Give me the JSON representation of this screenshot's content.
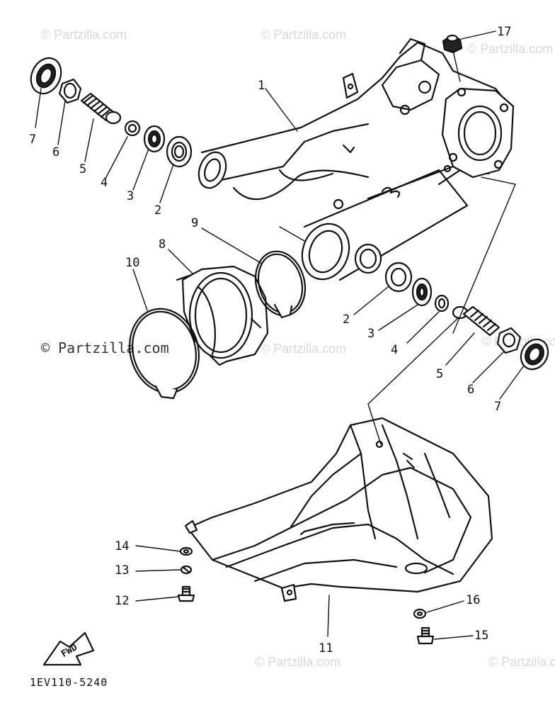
{
  "watermark": {
    "text": "© Partzilla.com"
  },
  "diagram": {
    "code": "1EV110-5240",
    "fwd_label": "FWD",
    "callouts": {
      "c1": "1",
      "c2_top": "2",
      "c3_top": "3",
      "c4_top": "4",
      "c5_top": "5",
      "c6_top": "6",
      "c7_top": "7",
      "c2_mid": "2",
      "c3_mid": "3",
      "c4_mid": "4",
      "c5_mid": "5",
      "c6_mid": "6",
      "c7_mid": "7",
      "c8": "8",
      "c9": "9",
      "c10": "10",
      "c11": "11",
      "c12": "12",
      "c13": "13",
      "c14": "14",
      "c15": "15",
      "c16": "16",
      "c17": "17"
    }
  }
}
